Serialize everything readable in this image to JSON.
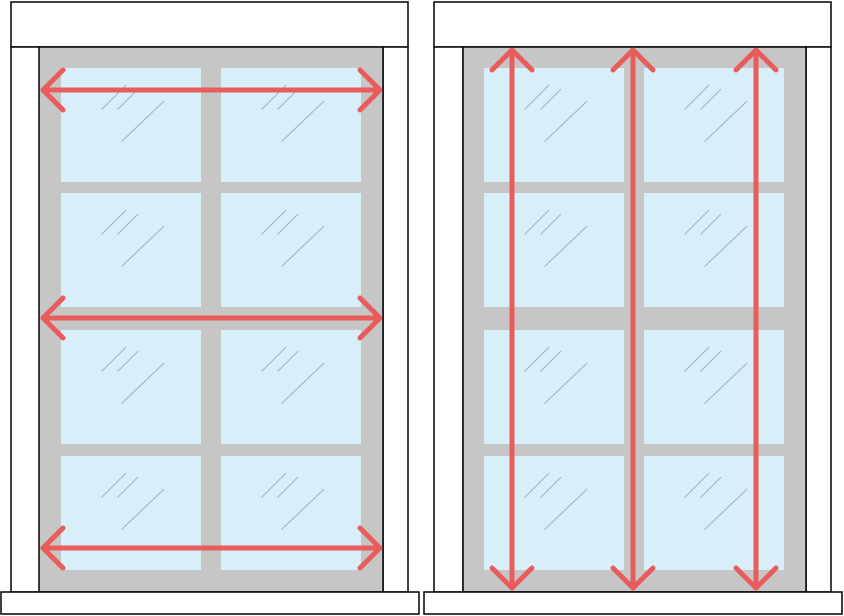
{
  "colors": {
    "background": "#ffffff",
    "outline": "#000000",
    "frame": "#c6c6c6",
    "glass": "#d8eef9",
    "glare": "#8fb4cc",
    "arrow": "#e85c5c"
  },
  "windows": [
    {
      "key": "left-window",
      "pane_rows": 4,
      "pane_cols": 2,
      "arrow_orientation": "horizontal",
      "arrow_count": 3
    },
    {
      "key": "right-window",
      "pane_rows": 4,
      "pane_cols": 2,
      "arrow_orientation": "vertical",
      "arrow_count": 3
    }
  ]
}
